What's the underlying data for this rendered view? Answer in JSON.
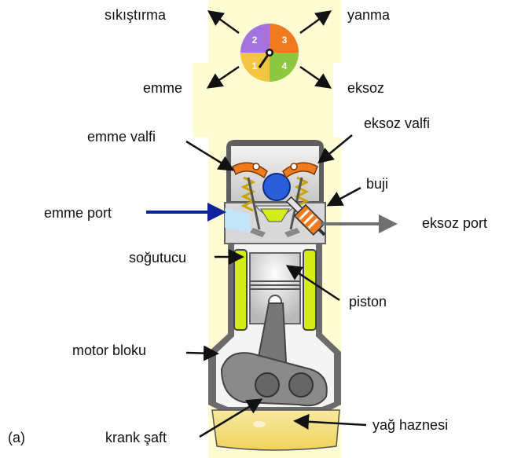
{
  "labels": {
    "compression": "sıkıştırma",
    "combustion": "yanma",
    "intake": "emme",
    "exhaust": "eksoz",
    "intake_valve": "emme valfi",
    "exhaust_valve": "eksoz valfi",
    "spark_plug": "buji",
    "intake_port": "emme port",
    "exhaust_port": "eksoz port",
    "coolant": "soğutucu",
    "piston": "piston",
    "engine_block": "motor bloku",
    "crankshaft": "krank şaft",
    "oil_sump": "yağ haznesi",
    "panel_tag": "(a)"
  },
  "cycle_dial": {
    "segments": [
      {
        "number": "1",
        "color": "#f4c542"
      },
      {
        "number": "2",
        "color": "#a374e0"
      },
      {
        "number": "3",
        "color": "#f07a1e"
      },
      {
        "number": "4",
        "color": "#8dc63f"
      }
    ]
  },
  "colors": {
    "background_band": "#fffbd2",
    "coolant": "#d4ec1a",
    "intake_arrow": "#0e239a",
    "exhaust_arrow": "#707070",
    "oil": "#f5df7a",
    "valve_rocker": "#f07a1e",
    "cam": "#2b5fd9"
  }
}
